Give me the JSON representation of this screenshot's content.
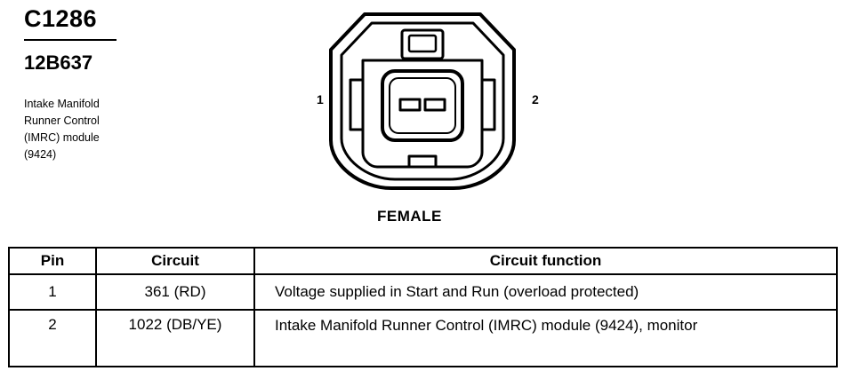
{
  "header": {
    "connector_id": "C1286",
    "part_number": "12B637",
    "description": "Intake Manifold\nRunner Control\n(IMRC) module\n(9424)"
  },
  "diagram": {
    "pin_left_label": "1",
    "pin_right_label": "2",
    "gender_label": "FEMALE"
  },
  "table": {
    "headers": [
      "Pin",
      "Circuit",
      "Circuit function"
    ],
    "rows": [
      {
        "pin": "1",
        "circuit": "361 (RD)",
        "function": "Voltage supplied in Start and Run (overload protected)"
      },
      {
        "pin": "2",
        "circuit": "1022 (DB/YE)",
        "function": "Intake Manifold Runner Control (IMRC) module (9424), monitor"
      }
    ]
  }
}
